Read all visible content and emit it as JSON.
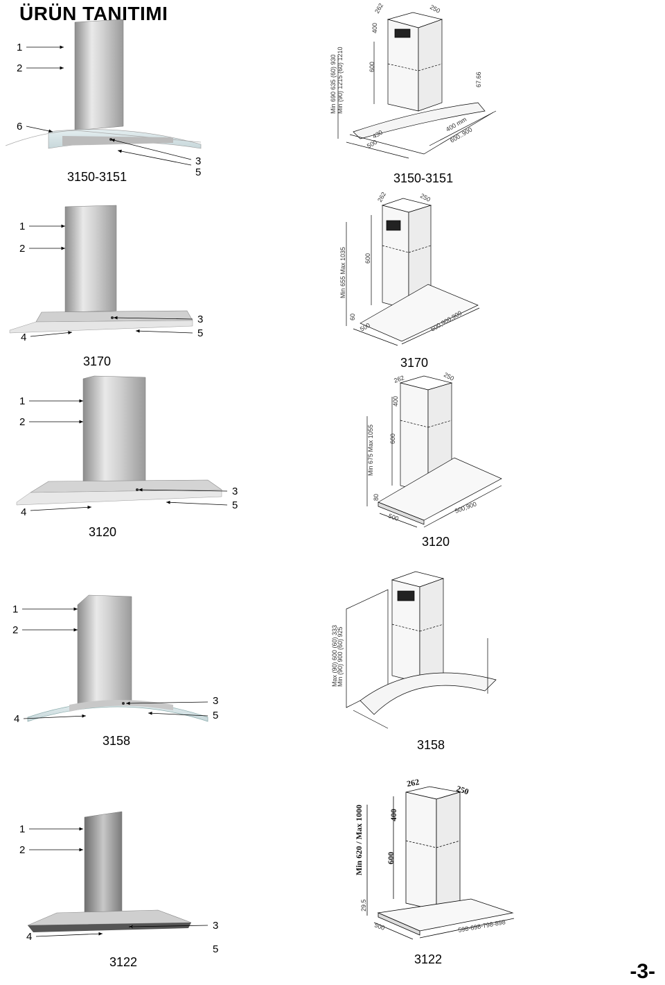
{
  "page_title": "ÜRÜN TANITIMI",
  "page_number": "-3-",
  "products": [
    {
      "model_left": "3150-3151",
      "model_right": "3150-3151",
      "callouts": [
        "1",
        "2",
        "6",
        "3",
        "5"
      ],
      "dims": {
        "d262": "262",
        "d250": "250",
        "d400": "400",
        "d600": "600",
        "d430": "430",
        "d500": "500",
        "d67": "67.66",
        "d400b": "400 mm",
        "d600b": "600..900",
        "range1": "Min 690 635 (60) 930",
        "range2": "Min (90) 1215 (60) 1210"
      }
    },
    {
      "model_left": "3170",
      "model_right": "3170",
      "callouts": [
        "1",
        "2",
        "3",
        "4",
        "5"
      ],
      "dims": {
        "d262": "262",
        "d250": "250",
        "d600": "600",
        "d500": "500",
        "d60": "60",
        "range": "Min 655 Max 1035",
        "width": "600,900,900"
      }
    },
    {
      "model_left": "3120",
      "model_right": "3120",
      "callouts": [
        "1",
        "2",
        "3",
        "4",
        "5"
      ],
      "dims": {
        "d262": "262",
        "d250": "250",
        "d400": "400",
        "d600": "600",
        "d500": "500",
        "d80": "80",
        "range": "Min 675 Max 1055",
        "width": "500,900"
      }
    },
    {
      "model_left": "3158",
      "model_right": "3158",
      "callouts": [
        "1",
        "2",
        "3",
        "4",
        "5"
      ],
      "dims": {
        "range1": "Max (90) 600 (60) 333",
        "range2": "Min (90) 900 (60) 925"
      }
    },
    {
      "model_left": "3122",
      "model_right": "3122",
      "callouts": [
        "1",
        "2",
        "3",
        "4",
        "5"
      ],
      "dims": {
        "d262": "262",
        "d250": "250",
        "d400": "400",
        "d600": "600",
        "d29": "29.5",
        "d500": "500",
        "range": "Min 620 / Max 1000",
        "width": "598-698-798-898"
      }
    }
  ]
}
